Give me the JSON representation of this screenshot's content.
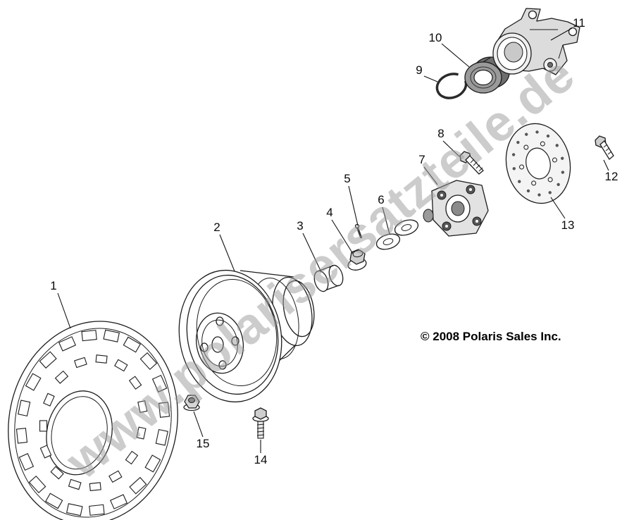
{
  "diagram": {
    "watermark": "www.polarisersatzteile.de",
    "copyright": "© 2008 Polaris Sales Inc."
  },
  "callouts": [
    {
      "label": "1"
    },
    {
      "label": "2"
    },
    {
      "label": "3"
    },
    {
      "label": "4"
    },
    {
      "label": "5"
    },
    {
      "label": "6"
    },
    {
      "label": "7"
    },
    {
      "label": "8"
    },
    {
      "label": "9"
    },
    {
      "label": "10"
    },
    {
      "label": "11"
    },
    {
      "label": "12"
    },
    {
      "label": "13"
    },
    {
      "label": "14"
    },
    {
      "label": "15"
    }
  ]
}
